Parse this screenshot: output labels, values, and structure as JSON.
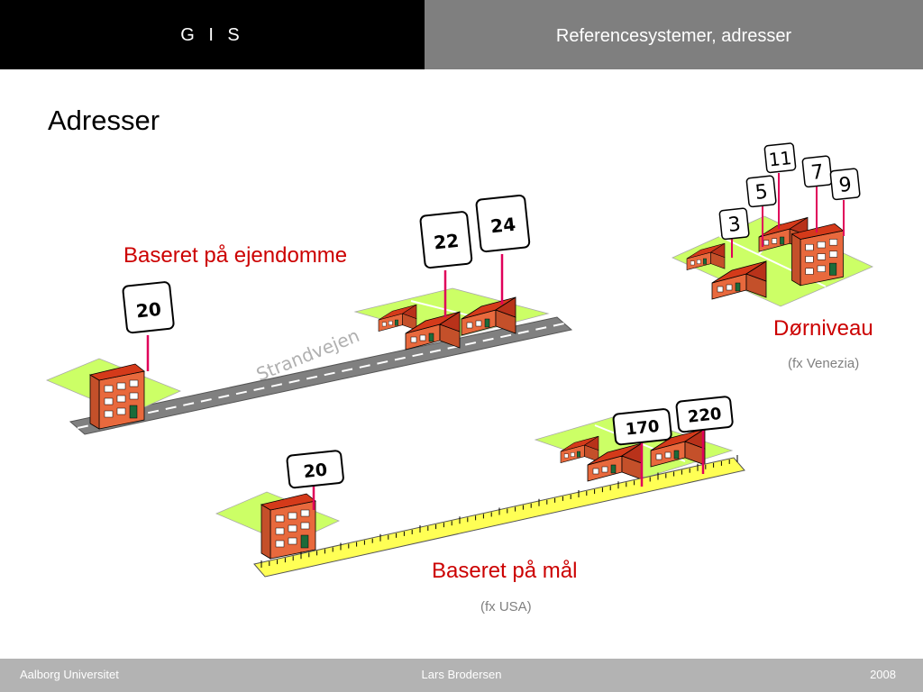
{
  "header": {
    "section": "G I S",
    "topic": "Referencesystemer, adresser"
  },
  "slide": {
    "title": "Adresser",
    "label_property": "Baseret på ejendomme",
    "label_door": "Dørniveau",
    "label_door_note": "(fx Venezia)",
    "label_measure": "Baseret på mål",
    "label_measure_note": "(fx USA)",
    "road_name": "Strandvejen"
  },
  "signs": {
    "property": [
      "20",
      "22",
      "24"
    ],
    "measure": [
      "20",
      "170",
      "220"
    ],
    "door": [
      "3",
      "5",
      "11",
      "7",
      "9"
    ]
  },
  "footer": {
    "left": "Aalborg Universitet",
    "center": "Lars Brodersen",
    "right": "2008"
  },
  "colors": {
    "accent_red": "#cc0000",
    "grass": "#ccff66",
    "roof": "#d43a1a",
    "wall": "#e8693d",
    "pole": "#e0005a",
    "ruler": "#ffff55"
  }
}
